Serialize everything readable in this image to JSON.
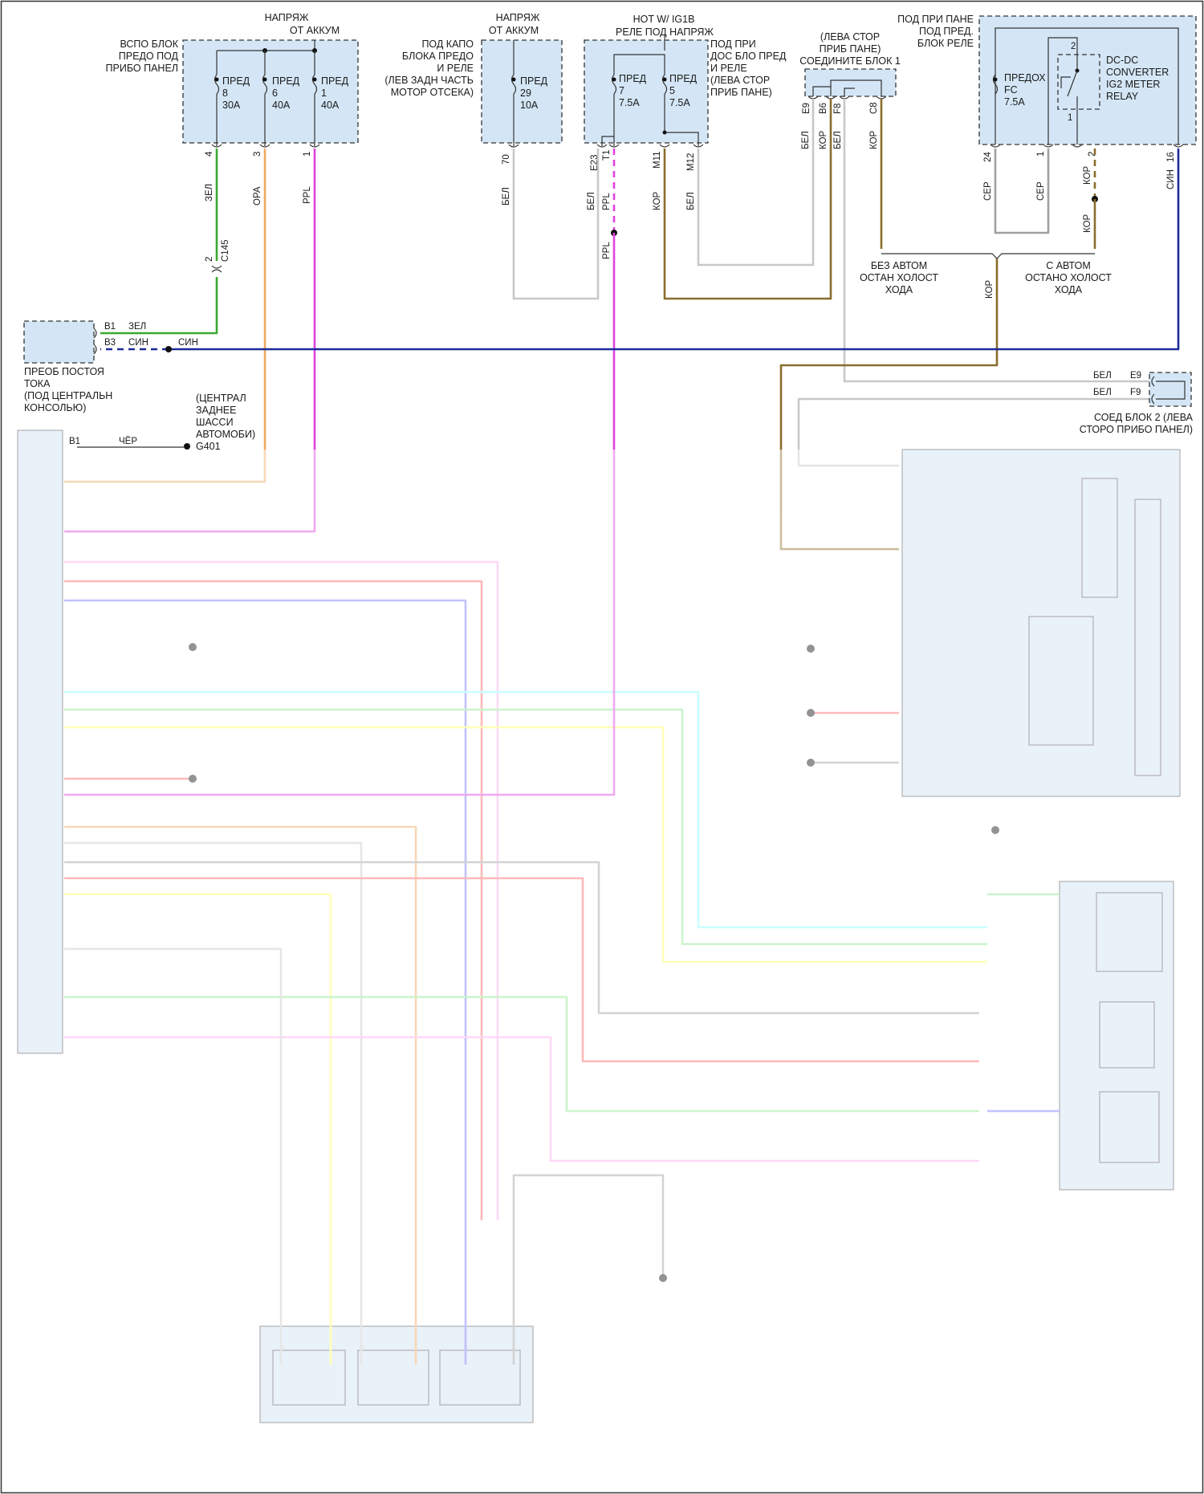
{
  "colors": {
    "green": "#3aa832",
    "orange": "#f0a860",
    "ppl": "#e040e0",
    "white": "#c8c8c8",
    "brown": "#8a6d2b",
    "blue": "#1d2a9a",
    "grey": "#a0a0a0",
    "box_fill": "#d4e6f6",
    "cyan": "#88ffff",
    "yellow": "#ffff66",
    "red": "#ff6666",
    "light_green": "#8ee88e",
    "pink": "#ffaaee",
    "violet": "#7777ff"
  },
  "fuse_block_1": {
    "title": [
      "ВСПО БЛОК",
      "ПРЕДО ПОД",
      "ПРИБО ПАНЕЛ"
    ],
    "supply": [
      "НАПРЯЖ",
      "ОТ АККУМ"
    ],
    "fuses": [
      {
        "name": "ПРЕД",
        "num": "8",
        "rating": "30A",
        "pin": "4"
      },
      {
        "name": "ПРЕД",
        "num": "6",
        "rating": "40A",
        "pin": "3"
      },
      {
        "name": "ПРЕД",
        "num": "1",
        "rating": "40A",
        "pin": "1"
      }
    ]
  },
  "fuse_block_2": {
    "title": [
      "ПОД КАПО",
      "БЛОКА ПРЕДО",
      "И РЕЛЕ",
      "(ЛЕВ ЗАДН ЧАСТЬ",
      "МОТОР ОТСЕКА)"
    ],
    "supply": [
      "НАПРЯЖ",
      "ОТ АККУМ"
    ],
    "fuse": {
      "name": "ПРЕД",
      "num": "29",
      "rating": "10A",
      "pin": "70"
    }
  },
  "fuse_block_3": {
    "supply": [
      "HOT W/ IG1B",
      "РЕЛЕ ПОД НАПРЯЖ"
    ],
    "title": [
      "ПОД ПРИ",
      "ДОС БЛО ПРЕД",
      "И РЕЛЕ",
      "(ЛЕВА СТОР",
      "ПРИБ ПАНЕ)"
    ],
    "fuses": [
      {
        "name": "ПРЕД",
        "num": "7",
        "rating": "7.5A"
      },
      {
        "name": "ПРЕД",
        "num": "5",
        "rating": "7.5A"
      }
    ],
    "pins": [
      "E23",
      "T1",
      "M11",
      "M12"
    ]
  },
  "junction_block_1": {
    "title": [
      "(ЛЕВА СТОР",
      "ПРИБ ПАНЕ)",
      "СОЕДИНИТЕ БЛОК 1"
    ],
    "pins": [
      "E9",
      "B6",
      "F8",
      "C8"
    ]
  },
  "relay_block": {
    "title": [
      "ПОД ПРИ ПАНЕ",
      "ПОД ПРЕД.",
      "БЛОК РЕЛЕ"
    ],
    "fuse": [
      "ПРЕДОХ",
      "FC",
      "7.5A"
    ],
    "relay": [
      "DC-DC",
      "CONVERTER",
      "IG2 METER",
      "RELAY"
    ],
    "relay_pins": [
      "2",
      "1"
    ],
    "pins": [
      "24",
      "1",
      "2",
      "16"
    ]
  },
  "wires": {
    "zel": "ЗЕЛ",
    "ora": "ОРА",
    "ppl": "PPL",
    "bel": "БЕЛ",
    "kor": "КОР",
    "ser": "СЕР",
    "sin": "СИН",
    "cher": "ЧЁР"
  },
  "connector_c145": {
    "pin": "2",
    "name": "C145"
  },
  "current_converter": {
    "title": [
      "ПРЕОБ ПОСТОЯ",
      "ТОКА",
      "(ПОД ЦЕНТРАЛЬН",
      "КОНСОЛЬЮ)"
    ],
    "pins": [
      "B1",
      "B3"
    ]
  },
  "ground_g401": {
    "title": [
      "(ЦЕНТРАЛ",
      "ЗАДНЕЕ",
      "ШАССИ",
      "АВТОМОБИ)"
    ],
    "name": "G401",
    "pin": "B1"
  },
  "variants": {
    "without": [
      "БЕЗ АВТОМ",
      "ОСТАН ХОЛОСТ",
      "ХОДА"
    ],
    "with": [
      "С АВТОМ",
      "ОСТАНО ХОЛОСТ",
      "ХОДА"
    ]
  },
  "junction_block_2": {
    "title": [
      "СОЕД БЛОК 2 (ЛЕВА",
      "СТОРО ПРИБО ПАНЕЛ)"
    ],
    "pins": [
      "E9",
      "F9"
    ]
  }
}
